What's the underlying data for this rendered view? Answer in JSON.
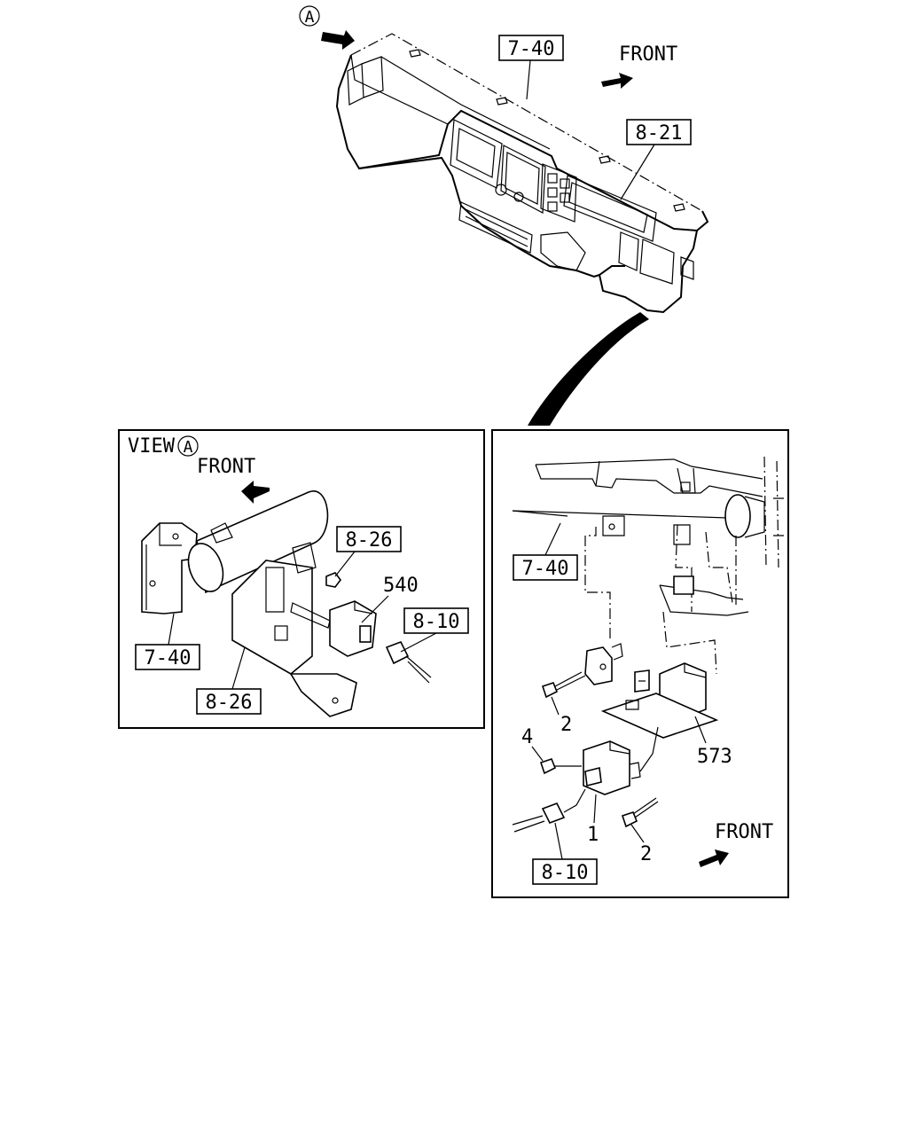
{
  "labels": {
    "view_marker": "A",
    "front_top": "FRONT",
    "view_title": "VIEW",
    "view_marker_small": "A",
    "front_left": "FRONT",
    "front_right": "FRONT"
  },
  "refs": {
    "top_7_40": "7-40",
    "top_8_21": "8-21",
    "left_8_26_top": "8-26",
    "left_8_10": "8-10",
    "left_7_40": "7-40",
    "left_8_26_bottom": "8-26",
    "right_7_40": "7-40",
    "right_8_10": "8-10"
  },
  "parts": {
    "left_540": "540",
    "right_2_a": "2",
    "right_4": "4",
    "right_573": "573",
    "right_1": "1",
    "right_2_b": "2"
  }
}
